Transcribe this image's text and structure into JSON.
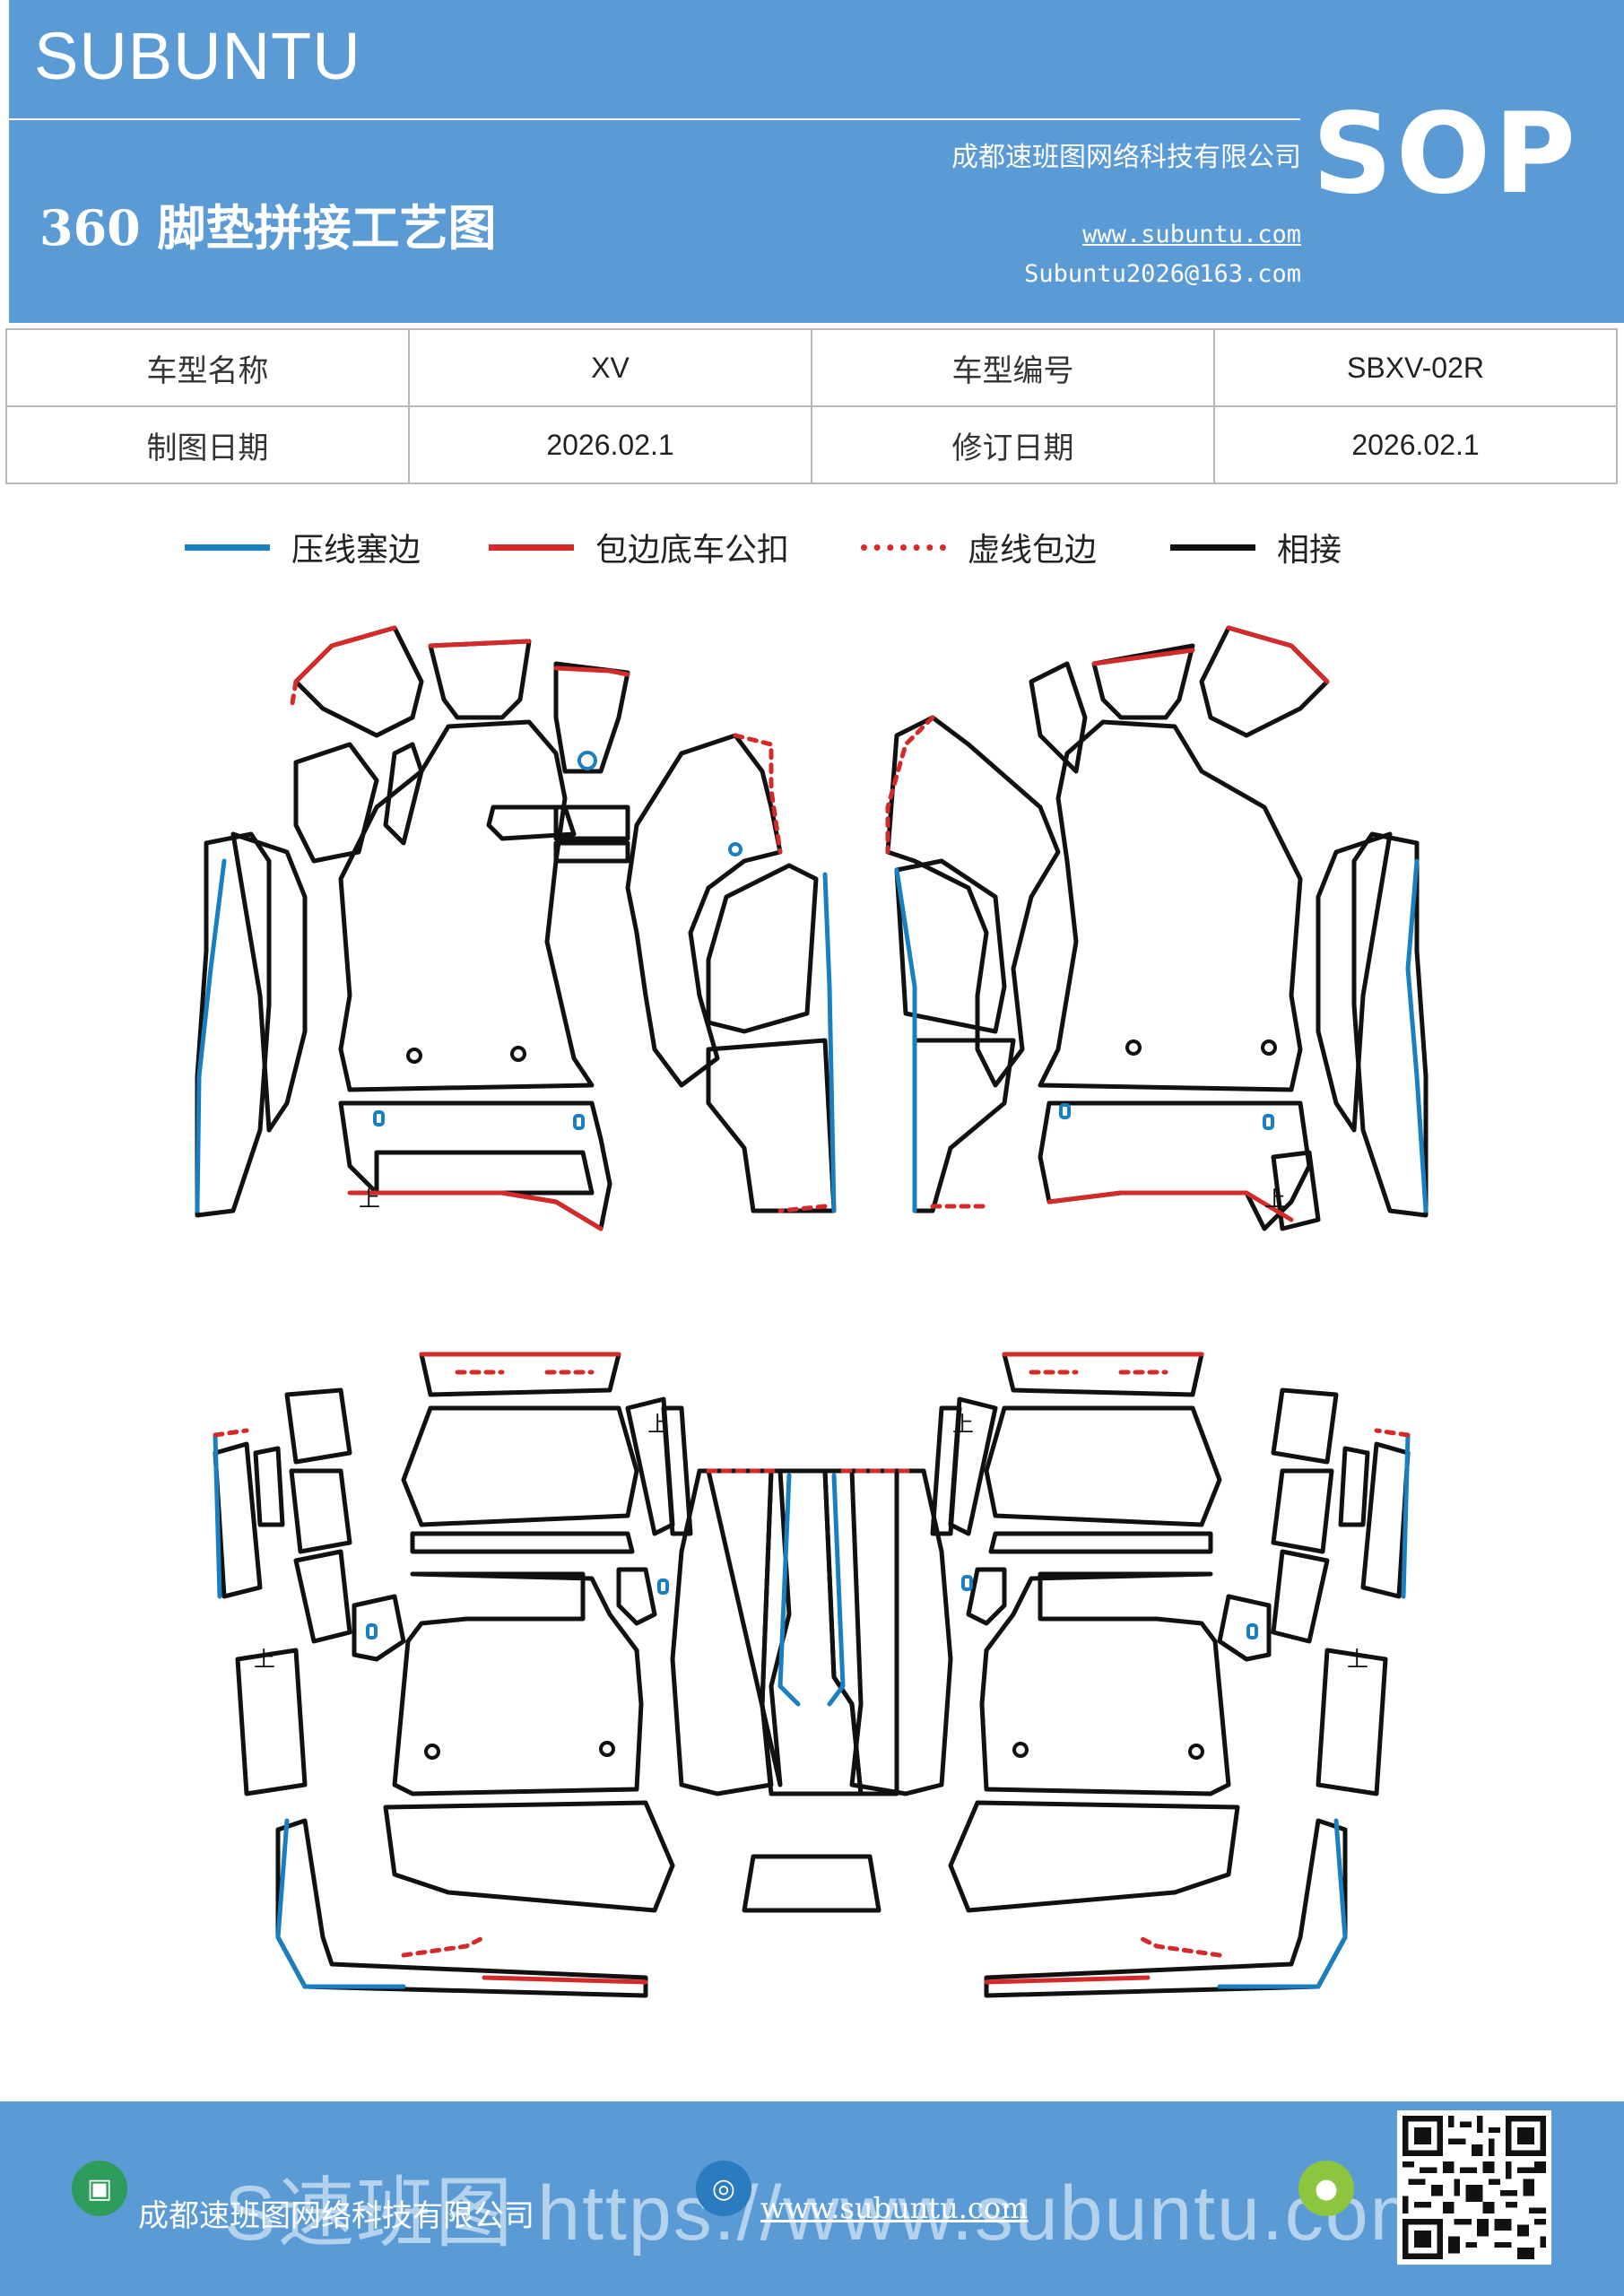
{
  "header": {
    "brand": "SUBUNTU",
    "title": "360 脚垫拼接工艺图",
    "company": "成都速班图网络科技有限公司",
    "website": "www.subuntu.com",
    "email": "Subuntu2026@163.com",
    "badge": "SOP"
  },
  "info_table": {
    "row1": [
      {
        "label": "车型名称",
        "value": "XV"
      },
      {
        "label": "车型编号",
        "value": "SBXV-02R"
      }
    ],
    "row2": [
      {
        "label": "制图日期",
        "value": "2026.02.1"
      },
      {
        "label": "修订日期",
        "value": "2026.02.1"
      }
    ]
  },
  "legend": [
    {
      "label": "压线塞边",
      "color": "#1a7fc1",
      "style": "solid"
    },
    {
      "label": "包边底车公扣",
      "color": "#d42a2a",
      "style": "solid"
    },
    {
      "label": "虚线包边",
      "color": "#d42a2a",
      "style": "dotted"
    },
    {
      "label": "相接",
      "color": "#111111",
      "style": "solid"
    }
  ],
  "diagram": {
    "marker": "上"
  },
  "footer": {
    "company": "成都速班图网络科技有限公司",
    "website": "www.subuntu.com",
    "watermark": "S速班图 https://www.subuntu.com"
  }
}
